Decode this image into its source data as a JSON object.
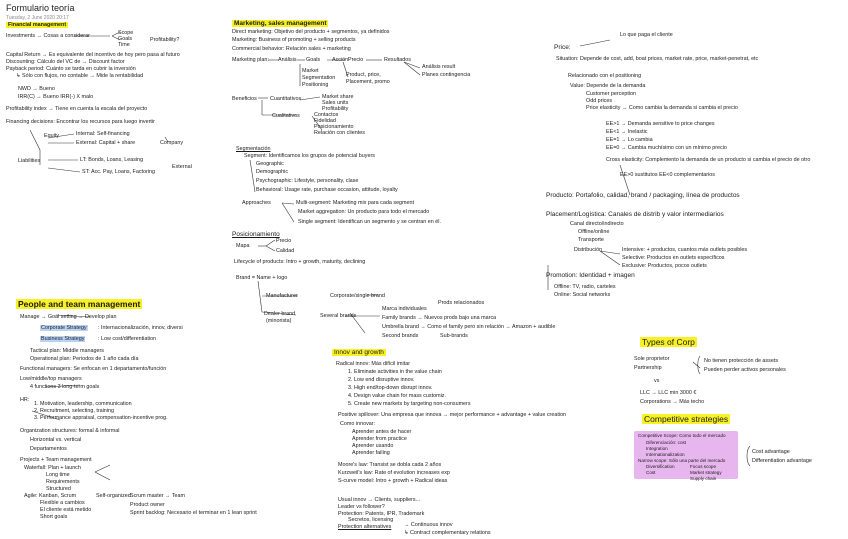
{
  "app": {
    "title": "Formulario teoría",
    "date": "Tuesday, 2 June 2020    20:17"
  },
  "sections": {
    "financial_management": "Financial management",
    "marketing": "Marketing, sales management",
    "people": "People and team management",
    "innov": "Innov and growth",
    "types_corp": "Types of Corp",
    "competitive": "Competitive strategies"
  },
  "left": {
    "investments": "Investments → Cosas a considerar",
    "inv_items": [
      "Scope",
      "Goals",
      "Profitability?",
      "Time"
    ],
    "capital_return": "Capital Return → Es equivalente del incentivo de hoy pero pasa al futuro",
    "discounting": "Discounting: Cálculo del VC de → Discount factor",
    "payback": "Payback period: Cuánto se tarda en cubrir la inversión",
    "payback2": "↳ Sólo con flujos, no contable → Mide la rentabilidad",
    "nwd": "NWD → Bueno",
    "irr": "IRR(C) → Bueno    IRR(-) X malo",
    "profitability": "Profitability index → Tiene en cuenta la escala del proyecto",
    "financing": "Financing decisions: Encontrar los recursos para luego invertir",
    "equity": "Equity",
    "internal": "Internal: Self-financing",
    "external": "External: Capital + share",
    "company": "Company",
    "liabilities": "Liabilities",
    "lt": "LT: Bonds, Loans, Leasing",
    "st": "ST: Acc. Pay, Loans, Factoring",
    "external2": "External"
  },
  "people": {
    "manage": "Manage → Goal setting → Develop plan",
    "corp_strategy": "Corporate Strategy",
    "corp_strategy_t": ": Internacionalización, innov, diversi",
    "bus_strategy": "Business Strategy",
    "bus_strategy_t": ": Low cost/differentiation",
    "tactical": "Tactical plan: Middle managers",
    "operational": "Operational plan: Periodos de 1 año cada día",
    "functional": "Functional managers: Se enfocan en 1 departamento/función",
    "low_mid": "Low/middle/top managers",
    "four_three": "4 functions    3 long-term goals",
    "hr": "HR:",
    "hr_items": [
      "1. Motivation, leadership, communication",
      "2. Recruitment, selecting, training",
      "3. Performance appraisal, compensation-incentive prog."
    ],
    "org": "Organization structures: formal & informal",
    "org2": "Horizontal    vs. vertical",
    "org3": "Departamentos",
    "projects": "Projects + Team management",
    "waterfall": "Waterfall: Plan + launch",
    "waterfall_items": [
      "Long time",
      "Requirements",
      "Structured"
    ],
    "agile": "Agile: Kanban, Scrum",
    "agile2": "Flexible a cambios",
    "agile3": "El cliente está metido",
    "agile4": "Short goals",
    "self_org": "Self-organized",
    "scrum": "Scrum master → Team",
    "product_owner": "Product owner",
    "ppl_manager": "Sprint backlog: Necesario el terminar en 1 lean sprint"
  },
  "marketing": {
    "direct": "Direct marketing: Objetivo del producto + segmentos, ya definidos",
    "marketing": "Marketing: Business of promoting + selling products",
    "commercial": "Commercial behavior: Relación sales + marketing",
    "plan": "Marketing plan:",
    "plan_flow": [
      "Análisis",
      "Goals",
      "Acción",
      "Precio",
      "Resultados"
    ],
    "analysis_result": "Análisis result",
    "plan_cont": "Planes contingencia",
    "market": "Market",
    "segmentation": "Segmentation",
    "positioning": "Positioning",
    "product_price": "Product, price,",
    "placement": "Placement, promo",
    "benefits": "Beneficios",
    "quantitative": "Cuantitativos",
    "quant_items": [
      "Market share",
      "Sales units",
      "Profitability"
    ],
    "qualitative": "Cualitativos",
    "qual_items": [
      "Contactos",
      "Fidelidad",
      "Posicionamiento",
      "Relación con clientes"
    ],
    "segmentacion": "Segmentación",
    "segment_def": "Segment: Identificamos los grupos de potencial buyers",
    "seg_items": [
      "Geographic",
      "Demographic",
      "Psychographic: Lifestyle, personality, clase",
      "Behavioral: Usage rate, purchase occasion, attitude, loyalty"
    ],
    "approaches": "Approaches",
    "multi": "Multi-segment: Marketing mix para cada segment",
    "market_agg": "Market aggregation: Un producto para todo el mercado",
    "single": "Single segment: Identifican un segmento y se centran en él.",
    "positioning_h": "Posicionamiento",
    "mapa": "Mapa",
    "precio": "Precio",
    "calidad": "Calidad",
    "lifecycle": "Lifecycle of products: Intro + growth, maturity, declining",
    "brand": "Brand = Name + logo",
    "manufacturer": "Manufacturer",
    "corporate_brand": "Corporate/single brand",
    "dealer": "Dealer brand",
    "dealer2": "(minorista)",
    "several": "Several brands",
    "several_items": [
      "Marca individuales",
      "Family brands → Nuevos prods bajo una marca",
      "Umbrella brand → Como el family pero sin relación → Amazon + audible",
      "Second brands",
      "Sub-brands"
    ],
    "prods_rel": "Prods relacionados"
  },
  "innov": {
    "radical": "Radical innov: Más difícil imitar",
    "radical_items": [
      "1. Eliminate activities in the value chain",
      "2. Low end disruptive innov.",
      "3. High end/top-down disrupt innov.",
      "4. Design value chain for mass customiz.",
      "5. Create new markets by targeting non-consumers"
    ],
    "positive": "Positive spillover: Una empresa que innova → mejor performance + advantage + value creation",
    "como": "Como innovar:",
    "como_items": [
      "Aprender antes de hacer",
      "Aprender from practice",
      "Aprender usando",
      "Aprender failing"
    ],
    "moores": "Moore's law: Transist se dobla cada 2 años",
    "kurzweil": "Kurzweil's law: Rate of evolution increases exp",
    "scurve": "S-curve model: Intro + growth + Radical ideas",
    "usual": "Usual innov → Clients, suppliers...",
    "leader": "Leader vs follower?",
    "protection": "Protection: Patents, IPR, Trademark",
    "secrets": "Secretos, licensing",
    "protection_alt": "Protection alternatives",
    "continuous": "→ Continuous innov",
    "contract": "↳ Contract complementary relations"
  },
  "price": {
    "price": "Price:",
    "price_notes": "Lo que paga el cliente",
    "situation": "Situation: Depende de cost, add, boat prices, market rate, price, market-penetrat, etc",
    "relacionado": "Relacionado con el positioning",
    "value": "Value: Depende de la demanda",
    "value_items": [
      "Customer perception",
      "Odd prices",
      "Price elasticity → Como cambia la demanda si cambia el precio"
    ],
    "elastic_items": [
      "EE>1 → Demanda sensitive to price changes",
      "EE<1 → Inelastic",
      "EE=1 → Lo cambia",
      "EE=0 → Cambia muchísimo con un mínimo precio"
    ],
    "cross": "Cross elasticity: Complemento la demanda de un producto si cambia el precio de otro",
    "cross2": "EE>0 sustitutos    EE<0 complementarios",
    "producto": "Producto: Portafolio, calidad, brand / packaging, línea de productos",
    "placement": "Placement/Logística: Canales de distrib y valor intermediarios",
    "canal": "Canal directo/indirecto",
    "online": "Offline/online",
    "transport": "Transporte",
    "distribution": "Distribución",
    "dist_items": [
      "Intensive: + productos, cuantos más outlets posibles",
      "Selective: Productos en outlets específicos",
      "Exclusive: Productos, pocos outlets"
    ],
    "promotion": "Promotion: Identidad + imagen",
    "offline": "Offline: TV, radio, carteles",
    "online2": "Online: Social networks"
  },
  "corp": {
    "sole": "Sole proprietor",
    "partnership": "Partnership",
    "vs": "vs",
    "no_tienen": "No tienen protección de assets",
    "pueden": "Pueden perder activos personales",
    "llc": "LLC → LLC min 3000 €",
    "corporations": "Corporations → Más techo"
  },
  "competitive": {
    "competitive_scope": "Competitive Scope: Como todo el mercado",
    "items_a": [
      "Diferenciación: cost",
      "Integration",
      "Internationalization"
    ],
    "narrow": "Narrow scope: Sólo una parte del mercado",
    "items_b": [
      "Diversification",
      "Focus scope",
      "Cost",
      "Market strategy",
      "Supply chain"
    ],
    "cost_advantage": "Cost advantage",
    "differentiation": "Differentiation advantage"
  },
  "colors": {
    "highlight_yellow": "#f7f125",
    "highlight_purple": "#e7b6ee",
    "highlight_blue": "#b9d3f4"
  }
}
